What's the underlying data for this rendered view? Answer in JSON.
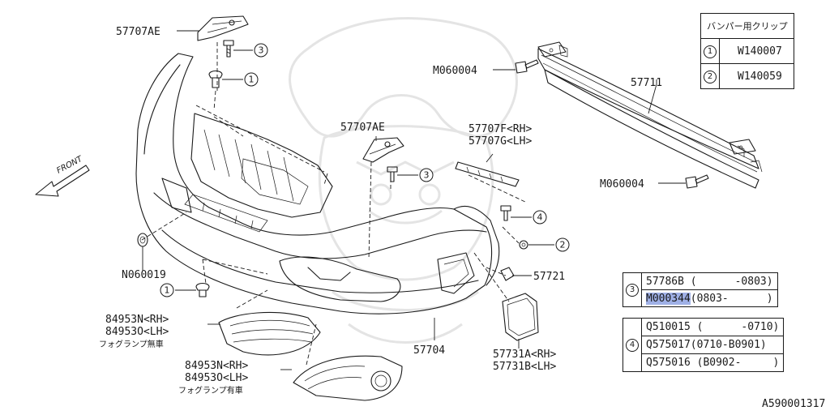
{
  "diagram_id": "A590001317",
  "front_label": "FRONT",
  "labels": {
    "top_bracket": "57707AE",
    "mid_bracket": "57707AE",
    "side_bracket_rh": "57707F<RH>",
    "side_bracket_lh": "57707G<LH>",
    "reinforcement": "57711",
    "bolt_upper": "M060004",
    "bolt_lower": "M060004",
    "clip_left": "N060019",
    "retainer": "57721",
    "bumper_face": "57704",
    "grille_nofog_rh": "84953N<RH>",
    "grille_nofog_lh": "84953O<LH>",
    "grille_nofog_note": "フォグランプ無車",
    "grille_fog_rh": "84953N<RH>",
    "grille_fog_lh": "84953O<LH>",
    "grille_fog_note": "フォグランプ有車",
    "cover_rh": "57731A<RH>",
    "cover_lh": "57731B<LH>"
  },
  "callouts": {
    "c1": "1",
    "c2": "2",
    "c3": "3",
    "c4": "4"
  },
  "clip_table": {
    "header": "バンパー用クリップ",
    "rows": [
      {
        "num": "1",
        "code": "W140007"
      },
      {
        "num": "2",
        "code": "W140059"
      }
    ]
  },
  "supersession_3": {
    "num": "3",
    "rows": [
      {
        "part": "57786B",
        "range": "(      -0803)"
      },
      {
        "part": "M000344",
        "range": "(0803-      )"
      }
    ]
  },
  "supersession_4": {
    "num": "4",
    "rows": [
      {
        "part": "Q510015",
        "range": "(      -0710)"
      },
      {
        "part": "Q575017",
        "range": "(0710-B0901)"
      },
      {
        "part": "Q575016",
        "range": "(B0902-     )"
      }
    ]
  }
}
